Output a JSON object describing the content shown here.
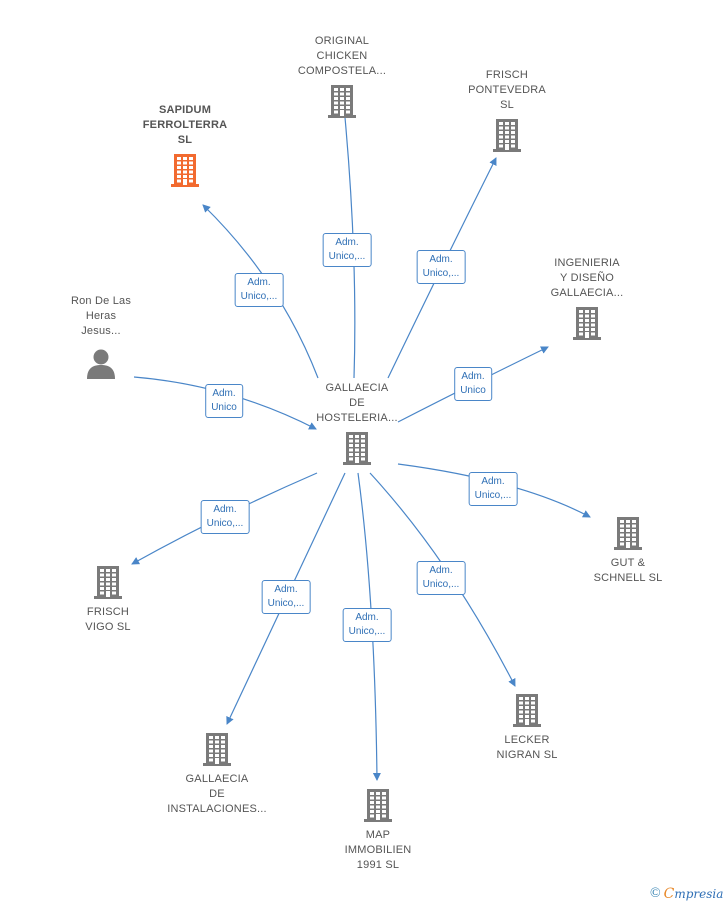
{
  "colors": {
    "edge": "#4a86c8",
    "building": "#7a7a7a",
    "highlight": "#f26a2f",
    "person": "#7a7a7a"
  },
  "center": {
    "id": "center",
    "label": "GALLAECIA\nDE\nHOSTELERIA..."
  },
  "nodes": [
    {
      "id": "sapidum",
      "label": "SAPIDUM\nFERROLTERRA\nSL",
      "icon": "building-icon",
      "highlight": true
    },
    {
      "id": "original",
      "label": "ORIGINAL\nCHICKEN\nCOMPOSTELA...",
      "icon": "building-icon"
    },
    {
      "id": "frisch-pontevedra",
      "label": "FRISCH\nPONTEVEDRA\nSL",
      "icon": "building-icon"
    },
    {
      "id": "ingenieria",
      "label": "INGENIERIA\nY DISEÑO\nGALLAECIA...",
      "icon": "building-icon"
    },
    {
      "id": "ron",
      "label": "Ron De Las\nHeras\nJesus...",
      "icon": "person-icon"
    },
    {
      "id": "gut",
      "label": "GUT &\nSCHNELL SL",
      "icon": "building-icon"
    },
    {
      "id": "frisch-vigo",
      "label": "FRISCH\nVIGO SL",
      "icon": "building-icon"
    },
    {
      "id": "lecker",
      "label": "LECKER\nNIGRAN SL",
      "icon": "building-icon"
    },
    {
      "id": "instalaciones",
      "label": "GALLAECIA\nDE\nINSTALACIONES...",
      "icon": "building-icon"
    },
    {
      "id": "map",
      "label": "MAP\nIMMOBILIEN\n1991 SL",
      "icon": "building-icon"
    }
  ],
  "edges": [
    {
      "from": "center",
      "to": "sapidum",
      "label": "Adm.\nUnico,..."
    },
    {
      "from": "center",
      "to": "original",
      "label": "Adm.\nUnico,..."
    },
    {
      "from": "center",
      "to": "frisch-pontevedra",
      "label": "Adm.\nUnico,..."
    },
    {
      "from": "center",
      "to": "ingenieria",
      "label": "Adm.\nUnico"
    },
    {
      "from": "ron",
      "to": "center",
      "label": "Adm.\nUnico"
    },
    {
      "from": "center",
      "to": "gut",
      "label": "Adm.\nUnico,..."
    },
    {
      "from": "center",
      "to": "frisch-vigo",
      "label": "Adm.\nUnico,..."
    },
    {
      "from": "center",
      "to": "lecker",
      "label": "Adm.\nUnico,..."
    },
    {
      "from": "center",
      "to": "instalaciones",
      "label": "Adm.\nUnico,..."
    },
    {
      "from": "center",
      "to": "map",
      "label": "Adm.\nUnico,..."
    }
  ],
  "footer": {
    "copyright": "©",
    "brand_initial": "C",
    "brand_rest": "mpresia"
  }
}
